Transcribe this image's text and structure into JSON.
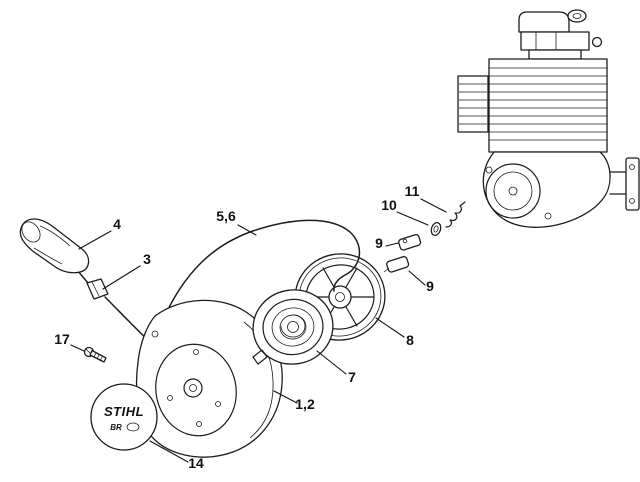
{
  "colors": {
    "background": "#ffffff",
    "ink": "#1c1c1c"
  },
  "cap_logo": {
    "brand": "STIHL",
    "model": "BR"
  },
  "callouts": [
    {
      "text": "4",
      "part": "starter-grip"
    },
    {
      "text": "3",
      "part": "rope-guide"
    },
    {
      "text": "17",
      "part": "screw"
    },
    {
      "text": "14",
      "part": "cover-cap"
    },
    {
      "text": "5,6",
      "part": "starter-rope"
    },
    {
      "text": "1,2",
      "part": "starter-housing"
    },
    {
      "text": "7",
      "part": "rewind-spring"
    },
    {
      "text": "8",
      "part": "rope-rotor"
    },
    {
      "text": "9",
      "part": "pawl-upper"
    },
    {
      "text": "9",
      "part": "pawl-lower"
    },
    {
      "text": "10",
      "part": "washer"
    },
    {
      "text": "11",
      "part": "spring-clip"
    }
  ]
}
